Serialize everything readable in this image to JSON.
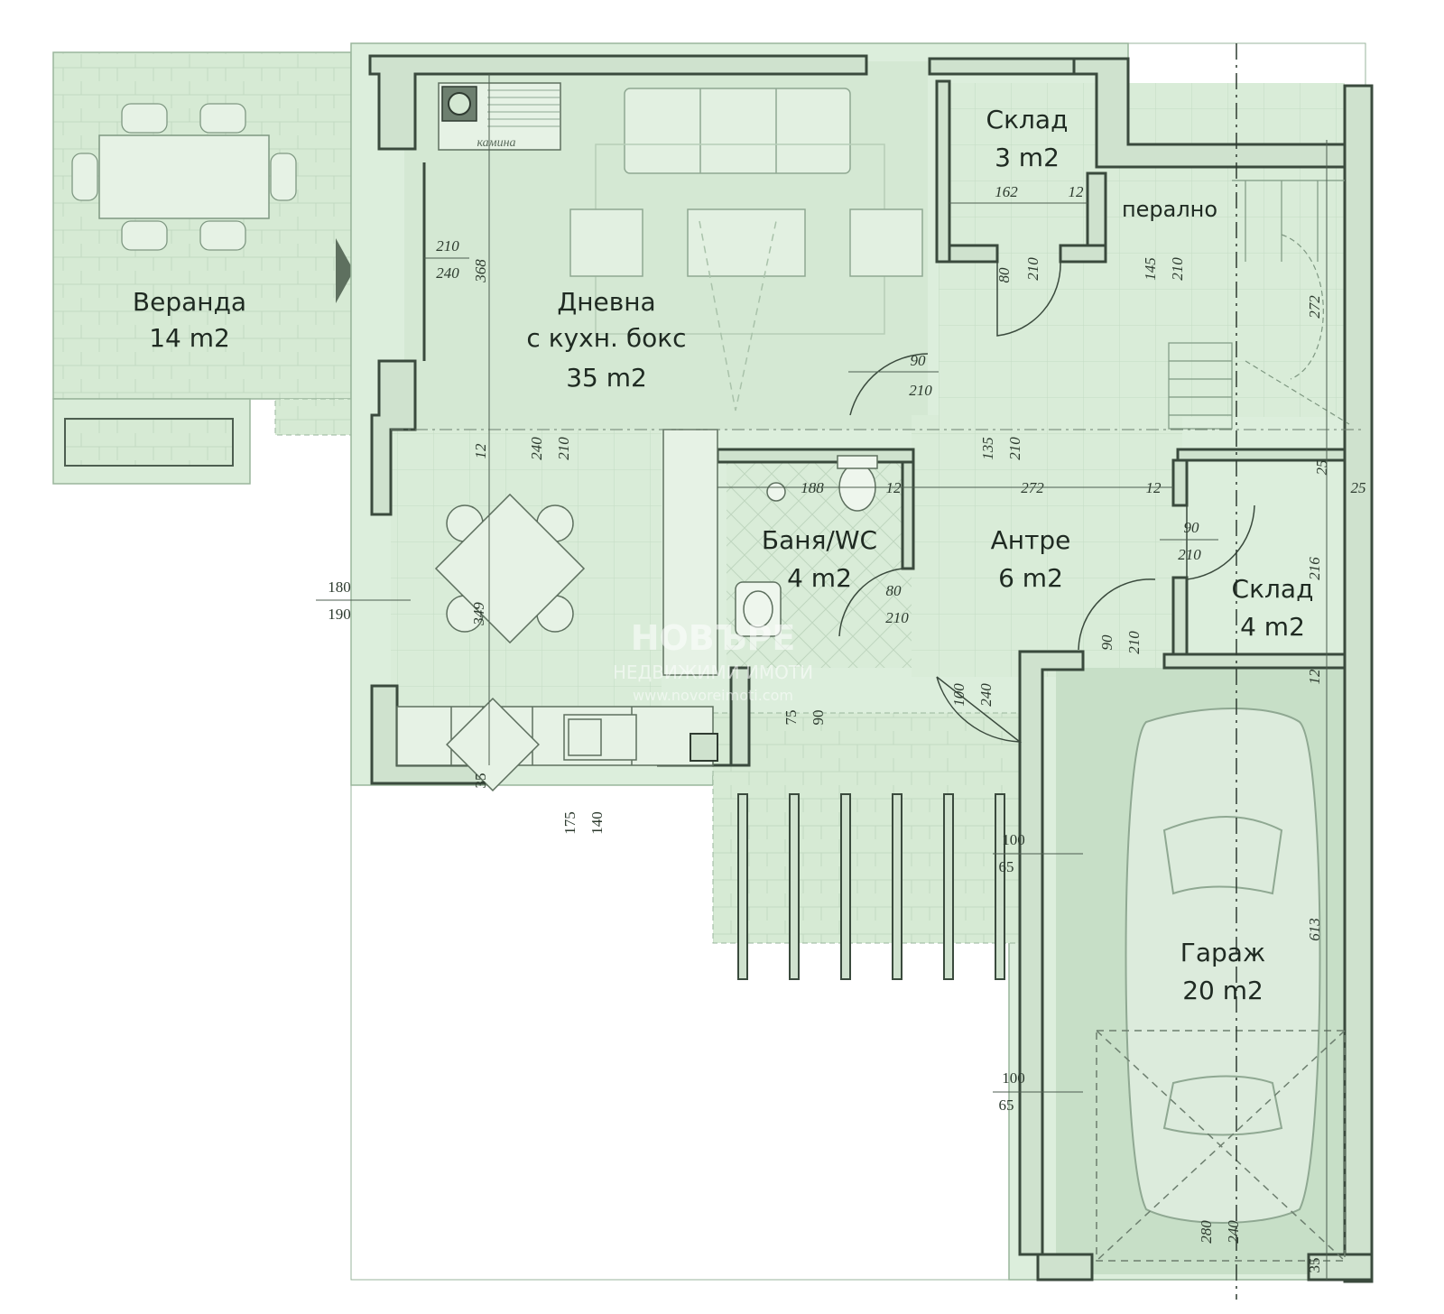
{
  "colors": {
    "floor": "#d9ecd8",
    "floor_dark": "#c3dcc4",
    "outline": "#8fa892",
    "wall": "#3a4a3d",
    "wall_fill": "#c9dcc8",
    "text": "#1f2a22"
  },
  "rooms": {
    "veranda": {
      "name": "Веранда",
      "area": "14 m2"
    },
    "living": {
      "name": "Дневна",
      "name2": "с кухн. бокс",
      "area": "35 m2"
    },
    "storage_top": {
      "name": "Склад",
      "area": "3 m2"
    },
    "laundry": {
      "name": "перално"
    },
    "bath": {
      "name": "Баня/WC",
      "area": "4 m2"
    },
    "hall": {
      "name": "Антре",
      "area": "6 m2"
    },
    "storage_right": {
      "name": "Склад",
      "area": "4 m2"
    },
    "garage": {
      "name": "Гараж",
      "area": "20 m2"
    }
  },
  "fireplace_label": "камина",
  "dimensions": {
    "d1": "210",
    "d2": "240",
    "d3": "368",
    "d4": "90",
    "d5": "210",
    "d6": "162",
    "d7": "12",
    "d8": "80",
    "d9": "210",
    "d10": "145",
    "d11": "210",
    "d12": "272",
    "d13": "12",
    "d14": "240",
    "d15": "210",
    "d16": "135",
    "d17": "210",
    "d18": "188",
    "d19": "12",
    "d20": "272",
    "d21": "12",
    "d22": "25",
    "d23": "25",
    "d24": "90",
    "d25": "210",
    "d26": "216",
    "d27": "180",
    "d28": "190",
    "d29": "349",
    "d30": "80",
    "d31": "210",
    "d32": "90",
    "d33": "210",
    "d34": "100",
    "d35": "240",
    "d36": "75",
    "d37": "90",
    "d38": "12",
    "d39": "35",
    "d40": "175",
    "d41": "140",
    "d42": "100",
    "d43": "65",
    "d44": "613",
    "d45": "100",
    "d46": "65",
    "d47": "280",
    "d48": "240",
    "d49": "35"
  },
  "watermark": {
    "line1": "НОВЪРЕ",
    "line2": "НЕДВИЖИМИ ИМОТИ",
    "line3": "www.novoreimoti.com"
  }
}
